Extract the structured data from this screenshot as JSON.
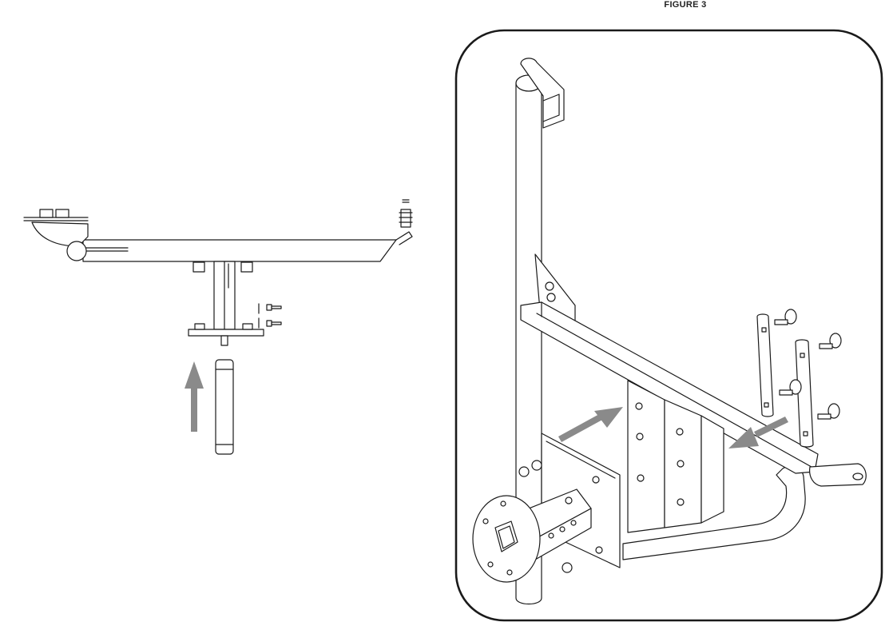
{
  "figure": {
    "caption": "FIGURE 3"
  },
  "left_view": {
    "parts": [
      "arm-assembly-side",
      "mount-post",
      "mounting-plate",
      "bolt-pair",
      "insert-pin"
    ],
    "arrow_direction": "up"
  },
  "right_view": {
    "parts": [
      "vertical-frame-tube",
      "top-handle-bracket",
      "gusset-plate",
      "diagonal-arm",
      "arm-end-tab",
      "lower-curved-tube",
      "channel-bracket",
      "hitch-receiver-tube",
      "round-mounting-plate",
      "carriage-bolt-plates"
    ],
    "arrows": [
      "pointing-up-right-into-channel",
      "pointing-down-left-from-plates"
    ]
  }
}
